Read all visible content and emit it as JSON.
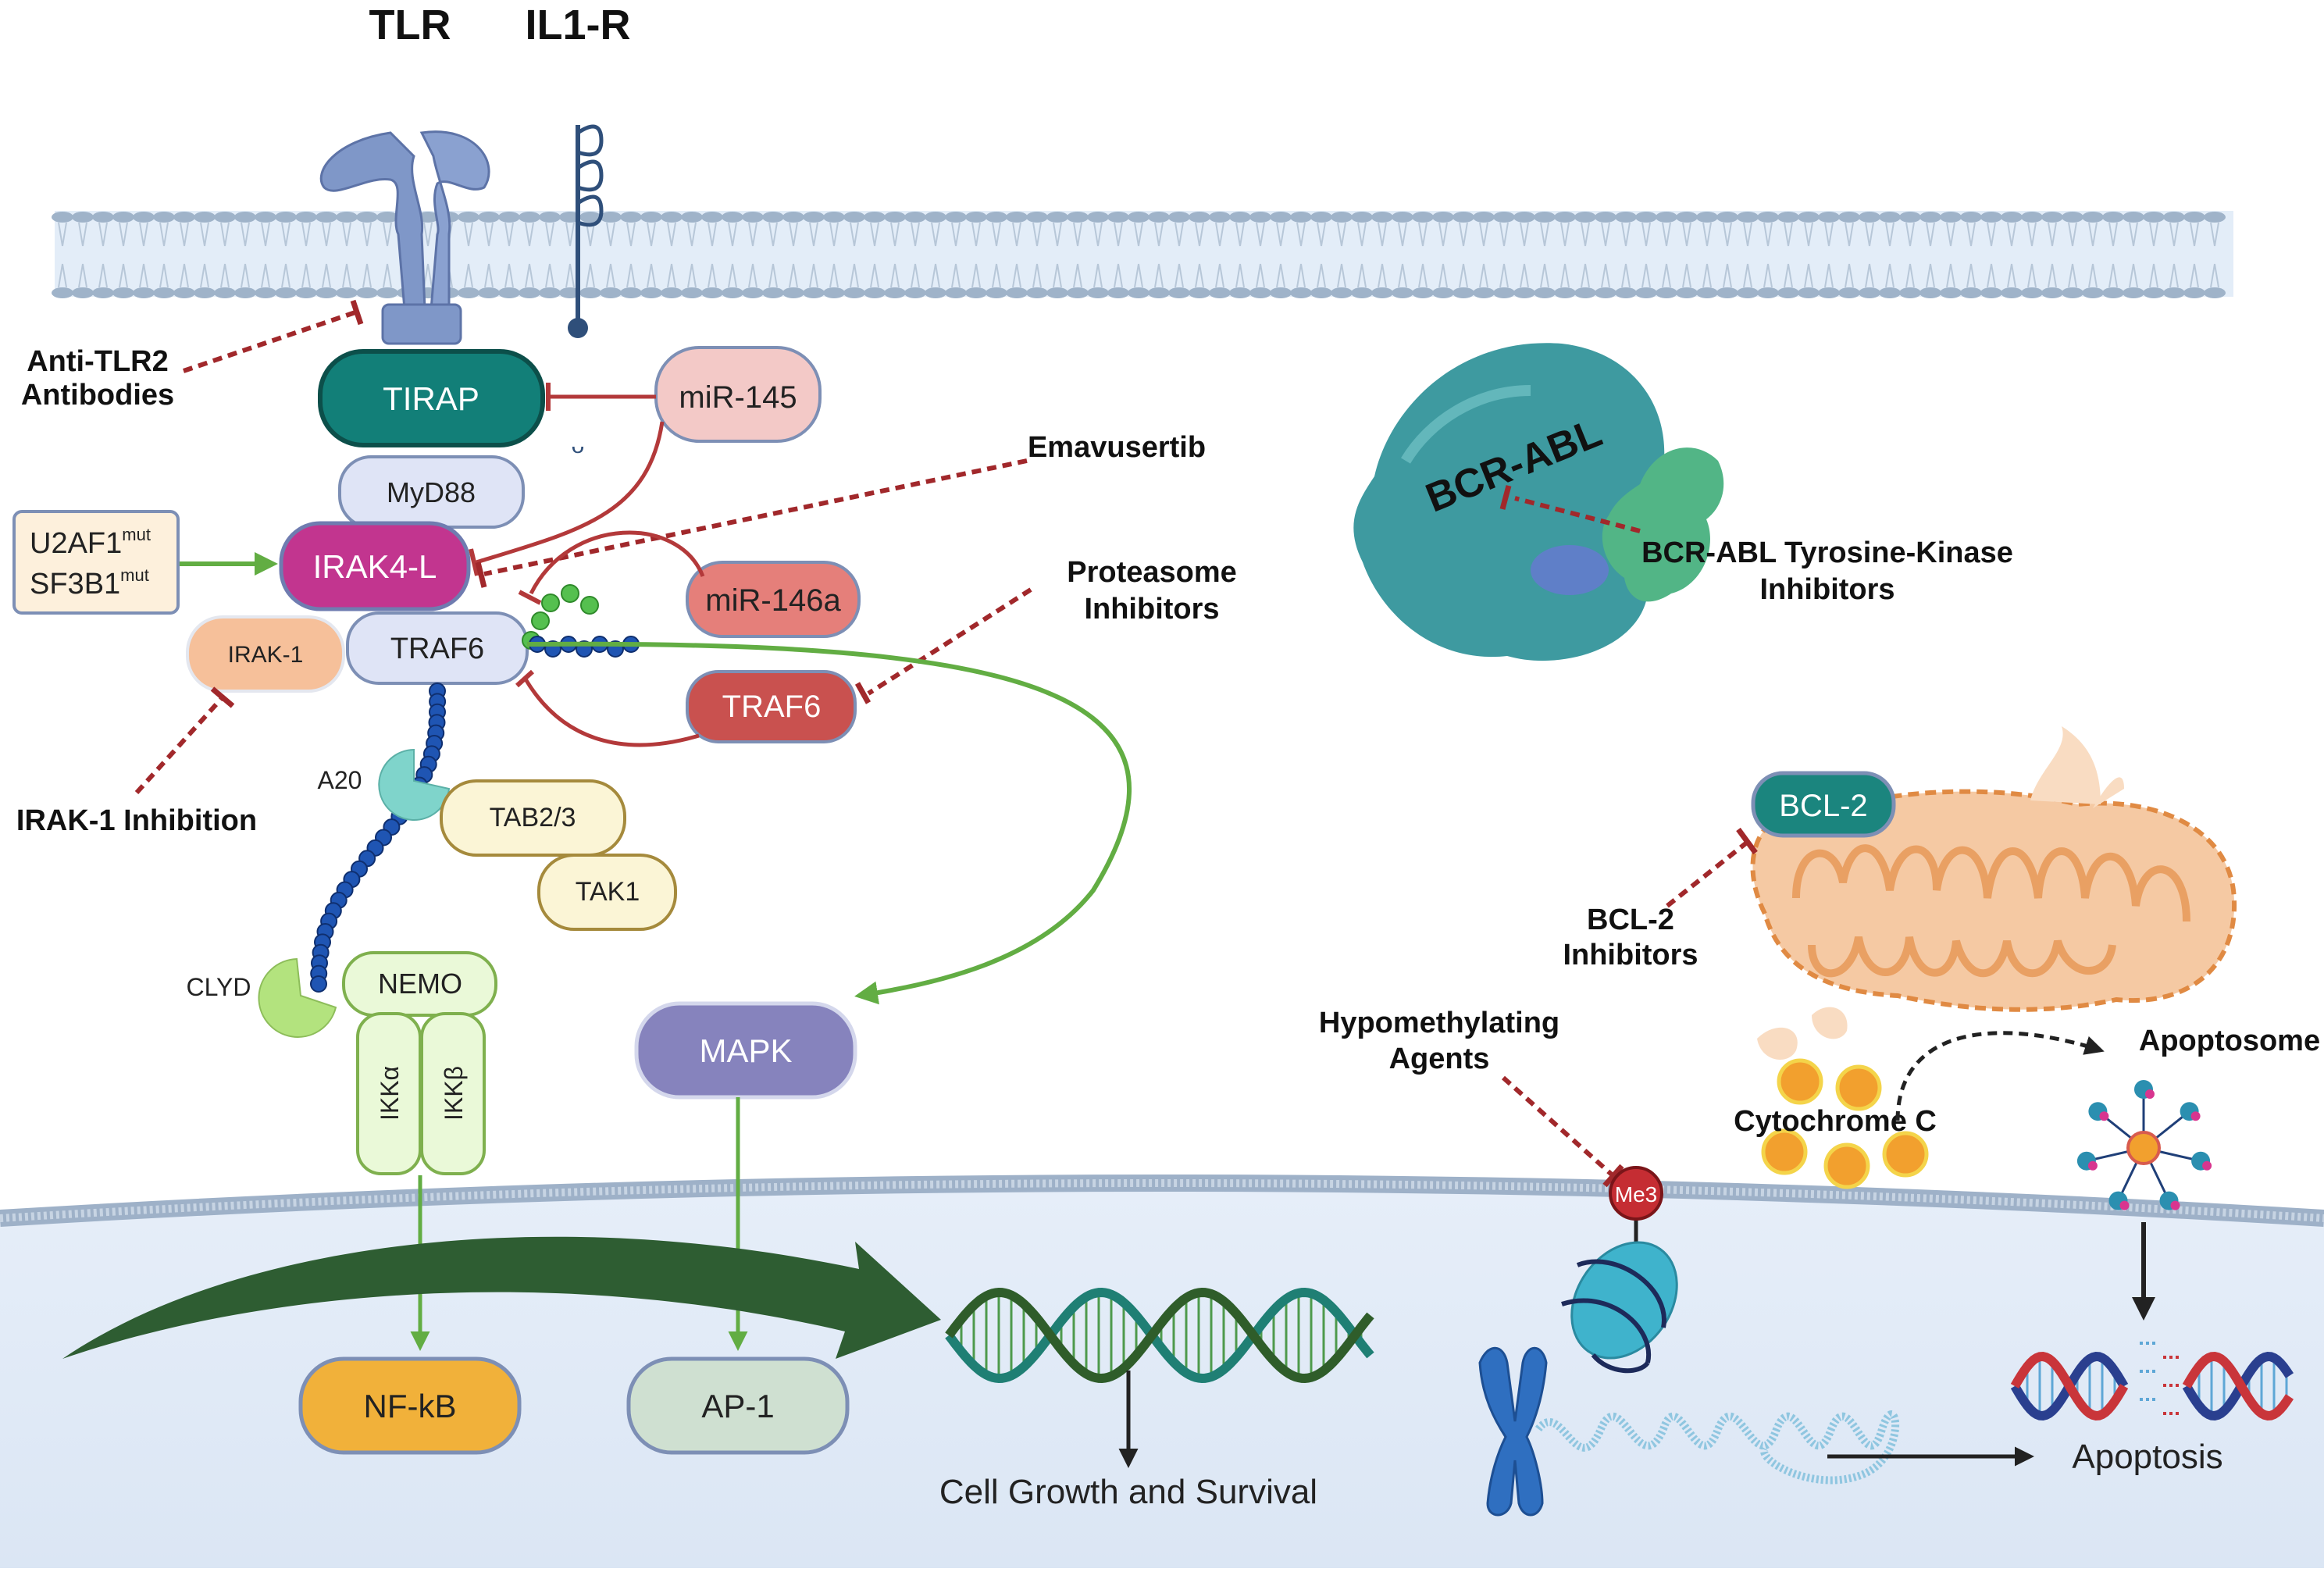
{
  "receptors": {
    "tlr": "TLR",
    "il1r": "IL1-R"
  },
  "nodes": {
    "tirap": "TIRAP",
    "myd88": "MyD88",
    "irak4l": "IRAK4-L",
    "traf6_main": "TRAF6",
    "irak1": "IRAK-1",
    "mir145": "miR-145",
    "mir146a": "miR-146a",
    "traf6_red": "TRAF6",
    "a20": "A20",
    "tab23": "TAB2/3",
    "tak1": "TAK1",
    "clyd": "CLYD",
    "nemo": "NEMO",
    "ikka": "IKKα",
    "ikkb": "IKKβ",
    "mapk": "MAPK",
    "nfkb": "NF-kB",
    "ap1": "AP-1",
    "bcl2": "BCL-2",
    "bcrabl": "BCR-ABL",
    "me3": "Me3"
  },
  "mutations": {
    "u2af1": "U2AF1",
    "sf3b1": "SF3B1",
    "sup": "mut"
  },
  "drugs": {
    "anti_tlr2_l1": "Anti-TLR2",
    "anti_tlr2_l2": "Antibodies",
    "emavusertib": "Emavusertib",
    "proteasome_l1": "Proteasome",
    "proteasome_l2": "Inhibitors",
    "irak1_inhibition": "IRAK-1 Inhibition",
    "bcrabl_tki_l1": "BCR-ABL Tyrosine-Kinase",
    "bcrabl_tki_l2": "Inhibitors",
    "bcl2_inh_l1": "BCL-2",
    "bcl2_inh_l2": "Inhibitors",
    "hypometh_l1": "Hypomethylating",
    "hypometh_l2": "Agents"
  },
  "outcomes": {
    "cytochrome_c": "Cytochrome C",
    "apoptosome": "Apoptosome",
    "apoptosis": "Apoptosis",
    "cell_growth": "Cell Growth and Survival"
  },
  "colors": {
    "membrane": "#b9cbe0",
    "nucleus": "#e4edf8",
    "tirap": "#127f78",
    "irak4l": "#c2358f",
    "mir145": "#f3c9c7",
    "mir146a": "#e57f7a",
    "traf6_red": "#c9514f",
    "nfkb": "#f1b13a",
    "mapk": "#8683bd",
    "bcl2": "#1b857e",
    "inhibit_red": "#b3393a",
    "activate_green": "#62ad43"
  }
}
